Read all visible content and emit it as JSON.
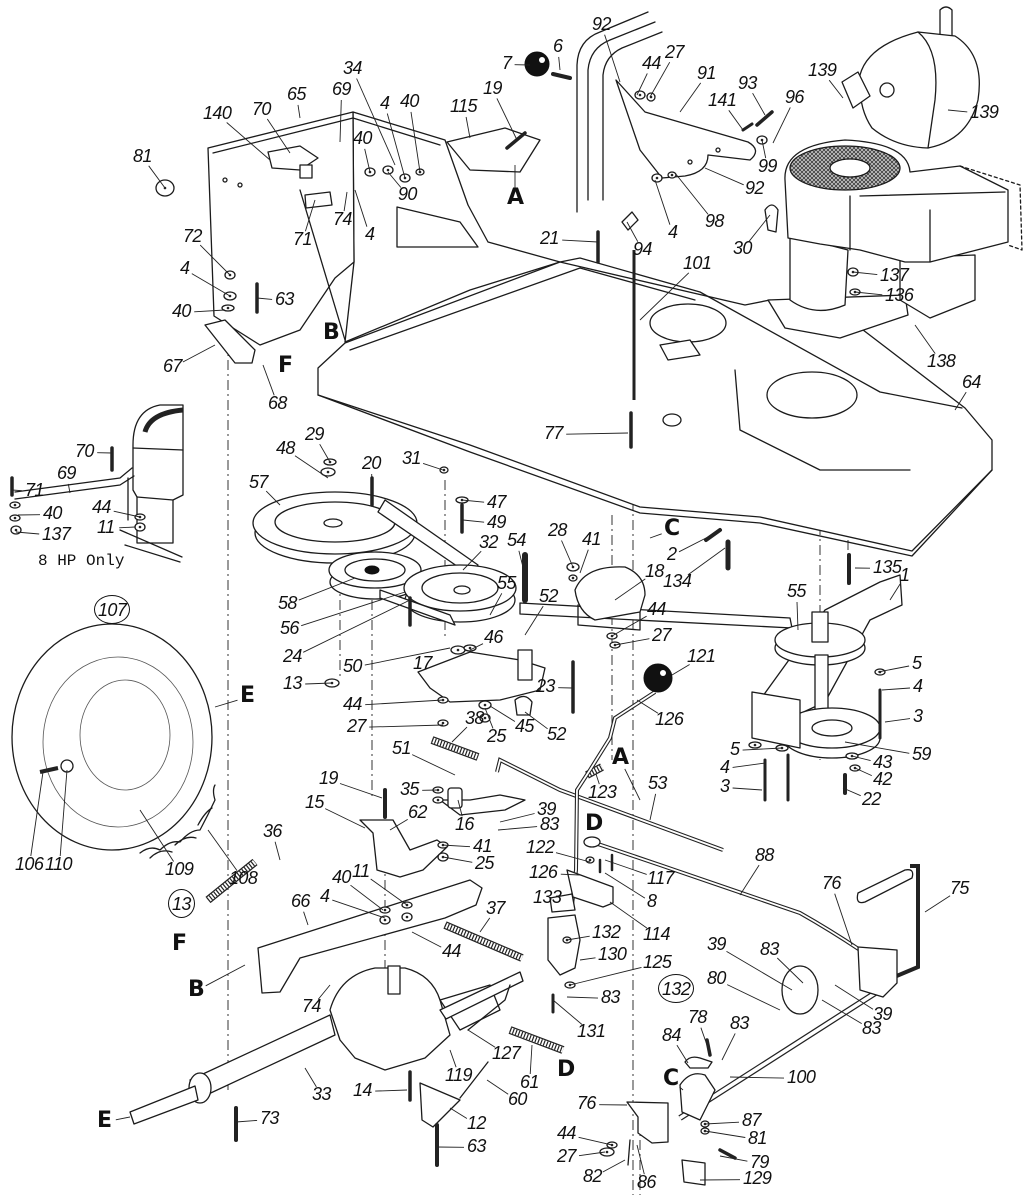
{
  "diagram": {
    "note": "8 HP Only",
    "callouts": [
      {
        "text": "81",
        "kind": "part"
      },
      {
        "text": "140",
        "kind": "part"
      },
      {
        "text": "70",
        "kind": "part"
      },
      {
        "text": "65",
        "kind": "part"
      },
      {
        "text": "69",
        "kind": "part"
      },
      {
        "text": "34",
        "kind": "part"
      },
      {
        "text": "4",
        "kind": "part"
      },
      {
        "text": "40",
        "kind": "part"
      },
      {
        "text": "40",
        "kind": "part"
      },
      {
        "text": "90",
        "kind": "part"
      },
      {
        "text": "74",
        "kind": "part"
      },
      {
        "text": "4",
        "kind": "part"
      },
      {
        "text": "71",
        "kind": "part"
      },
      {
        "text": "72",
        "kind": "part"
      },
      {
        "text": "4",
        "kind": "part"
      },
      {
        "text": "63",
        "kind": "part"
      },
      {
        "text": "40",
        "kind": "part"
      },
      {
        "text": "B",
        "kind": "ref"
      },
      {
        "text": "F",
        "kind": "ref"
      },
      {
        "text": "67",
        "kind": "part"
      },
      {
        "text": "68",
        "kind": "part"
      },
      {
        "text": "115",
        "kind": "part"
      },
      {
        "text": "19",
        "kind": "part"
      },
      {
        "text": "7",
        "kind": "part"
      },
      {
        "text": "A",
        "kind": "ref"
      },
      {
        "text": "6",
        "kind": "part"
      },
      {
        "text": "92",
        "kind": "part"
      },
      {
        "text": "44",
        "kind": "part"
      },
      {
        "text": "27",
        "kind": "part"
      },
      {
        "text": "91",
        "kind": "part"
      },
      {
        "text": "93",
        "kind": "part"
      },
      {
        "text": "141",
        "kind": "part"
      },
      {
        "text": "96",
        "kind": "part"
      },
      {
        "text": "139",
        "kind": "part"
      },
      {
        "text": "139",
        "kind": "part"
      },
      {
        "text": "99",
        "kind": "part"
      },
      {
        "text": "92",
        "kind": "part"
      },
      {
        "text": "98",
        "kind": "part"
      },
      {
        "text": "4",
        "kind": "part"
      },
      {
        "text": "94",
        "kind": "part"
      },
      {
        "text": "21",
        "kind": "part"
      },
      {
        "text": "30",
        "kind": "part"
      },
      {
        "text": "101",
        "kind": "part"
      },
      {
        "text": "137",
        "kind": "part"
      },
      {
        "text": "136",
        "kind": "part"
      },
      {
        "text": "138",
        "kind": "part"
      },
      {
        "text": "64",
        "kind": "part"
      },
      {
        "text": "77",
        "kind": "part"
      },
      {
        "text": "70",
        "kind": "part"
      },
      {
        "text": "69",
        "kind": "part"
      },
      {
        "text": "71",
        "kind": "part"
      },
      {
        "text": "40",
        "kind": "part"
      },
      {
        "text": "44",
        "kind": "part"
      },
      {
        "text": "11",
        "kind": "part"
      },
      {
        "text": "137",
        "kind": "part"
      },
      {
        "text": "48",
        "kind": "part"
      },
      {
        "text": "29",
        "kind": "part"
      },
      {
        "text": "20",
        "kind": "part"
      },
      {
        "text": "31",
        "kind": "part"
      },
      {
        "text": "57",
        "kind": "part"
      },
      {
        "text": "47",
        "kind": "part"
      },
      {
        "text": "49",
        "kind": "part"
      },
      {
        "text": "32",
        "kind": "part"
      },
      {
        "text": "54",
        "kind": "part"
      },
      {
        "text": "28",
        "kind": "part"
      },
      {
        "text": "41",
        "kind": "part"
      },
      {
        "text": "C",
        "kind": "ref"
      },
      {
        "text": "2",
        "kind": "part"
      },
      {
        "text": "134",
        "kind": "part"
      },
      {
        "text": "135",
        "kind": "part"
      },
      {
        "text": "1",
        "kind": "part"
      },
      {
        "text": "18",
        "kind": "part"
      },
      {
        "text": "55",
        "kind": "part"
      },
      {
        "text": "52",
        "kind": "part"
      },
      {
        "text": "44",
        "kind": "part"
      },
      {
        "text": "27",
        "kind": "part"
      },
      {
        "text": "55",
        "kind": "part"
      },
      {
        "text": "58",
        "kind": "part"
      },
      {
        "text": "56",
        "kind": "part"
      },
      {
        "text": "46",
        "kind": "part"
      },
      {
        "text": "24",
        "kind": "part"
      },
      {
        "text": "50",
        "kind": "part"
      },
      {
        "text": "17",
        "kind": "part"
      },
      {
        "text": "13",
        "kind": "part"
      },
      {
        "text": "23",
        "kind": "part"
      },
      {
        "text": "121",
        "kind": "part"
      },
      {
        "text": "5",
        "kind": "part"
      },
      {
        "text": "4",
        "kind": "part"
      },
      {
        "text": "3",
        "kind": "part"
      },
      {
        "text": "126",
        "kind": "part"
      },
      {
        "text": "107",
        "kind": "assembly"
      },
      {
        "text": "E",
        "kind": "ref"
      },
      {
        "text": "44",
        "kind": "part"
      },
      {
        "text": "27",
        "kind": "part"
      },
      {
        "text": "38",
        "kind": "part"
      },
      {
        "text": "25",
        "kind": "part"
      },
      {
        "text": "45",
        "kind": "part"
      },
      {
        "text": "52",
        "kind": "part"
      },
      {
        "text": "51",
        "kind": "part"
      },
      {
        "text": "A",
        "kind": "ref"
      },
      {
        "text": "5",
        "kind": "part"
      },
      {
        "text": "59",
        "kind": "part"
      },
      {
        "text": "43",
        "kind": "part"
      },
      {
        "text": "4",
        "kind": "part"
      },
      {
        "text": "42",
        "kind": "part"
      },
      {
        "text": "3",
        "kind": "part"
      },
      {
        "text": "22",
        "kind": "part"
      },
      {
        "text": "123",
        "kind": "part"
      },
      {
        "text": "53",
        "kind": "part"
      },
      {
        "text": "19",
        "kind": "part"
      },
      {
        "text": "35",
        "kind": "part"
      },
      {
        "text": "15",
        "kind": "part"
      },
      {
        "text": "62",
        "kind": "part"
      },
      {
        "text": "39",
        "kind": "part"
      },
      {
        "text": "83",
        "kind": "part"
      },
      {
        "text": "16",
        "kind": "part"
      },
      {
        "text": "D",
        "kind": "ref"
      },
      {
        "text": "36",
        "kind": "part"
      },
      {
        "text": "106",
        "kind": "part"
      },
      {
        "text": "110",
        "kind": "part"
      },
      {
        "text": "109",
        "kind": "part"
      },
      {
        "text": "108",
        "kind": "part"
      },
      {
        "text": "41",
        "kind": "part"
      },
      {
        "text": "25",
        "kind": "part"
      },
      {
        "text": "122",
        "kind": "part"
      },
      {
        "text": "126",
        "kind": "part"
      },
      {
        "text": "117",
        "kind": "part"
      },
      {
        "text": "8",
        "kind": "part"
      },
      {
        "text": "88",
        "kind": "part"
      },
      {
        "text": "76",
        "kind": "part"
      },
      {
        "text": "75",
        "kind": "part"
      },
      {
        "text": "40",
        "kind": "part"
      },
      {
        "text": "11",
        "kind": "part"
      },
      {
        "text": "4",
        "kind": "part"
      },
      {
        "text": "66",
        "kind": "part"
      },
      {
        "text": "13",
        "kind": "assembly"
      },
      {
        "text": "37",
        "kind": "part"
      },
      {
        "text": "133",
        "kind": "part"
      },
      {
        "text": "114",
        "kind": "part"
      },
      {
        "text": "132",
        "kind": "part"
      },
      {
        "text": "130",
        "kind": "part"
      },
      {
        "text": "125",
        "kind": "part"
      },
      {
        "text": "39",
        "kind": "part"
      },
      {
        "text": "83",
        "kind": "part"
      },
      {
        "text": "F",
        "kind": "ref"
      },
      {
        "text": "44",
        "kind": "part"
      },
      {
        "text": "B",
        "kind": "ref"
      },
      {
        "text": "80",
        "kind": "part"
      },
      {
        "text": "132",
        "kind": "assembly"
      },
      {
        "text": "83",
        "kind": "part"
      },
      {
        "text": "74",
        "kind": "part"
      },
      {
        "text": "39",
        "kind": "part"
      },
      {
        "text": "83",
        "kind": "part"
      },
      {
        "text": "131",
        "kind": "part"
      },
      {
        "text": "78",
        "kind": "part"
      },
      {
        "text": "84",
        "kind": "part"
      },
      {
        "text": "83",
        "kind": "part"
      },
      {
        "text": "127",
        "kind": "part"
      },
      {
        "text": "119",
        "kind": "part"
      },
      {
        "text": "61",
        "kind": "part"
      },
      {
        "text": "D",
        "kind": "ref"
      },
      {
        "text": "C",
        "kind": "ref"
      },
      {
        "text": "100",
        "kind": "part"
      },
      {
        "text": "33",
        "kind": "part"
      },
      {
        "text": "14",
        "kind": "part"
      },
      {
        "text": "60",
        "kind": "part"
      },
      {
        "text": "76",
        "kind": "part"
      },
      {
        "text": "E",
        "kind": "ref"
      },
      {
        "text": "73",
        "kind": "part"
      },
      {
        "text": "12",
        "kind": "part"
      },
      {
        "text": "87",
        "kind": "part"
      },
      {
        "text": "44",
        "kind": "part"
      },
      {
        "text": "81",
        "kind": "part"
      },
      {
        "text": "63",
        "kind": "part"
      },
      {
        "text": "27",
        "kind": "part"
      },
      {
        "text": "79",
        "kind": "part"
      },
      {
        "text": "82",
        "kind": "part"
      },
      {
        "text": "129",
        "kind": "part"
      },
      {
        "text": "86",
        "kind": "part"
      }
    ]
  }
}
